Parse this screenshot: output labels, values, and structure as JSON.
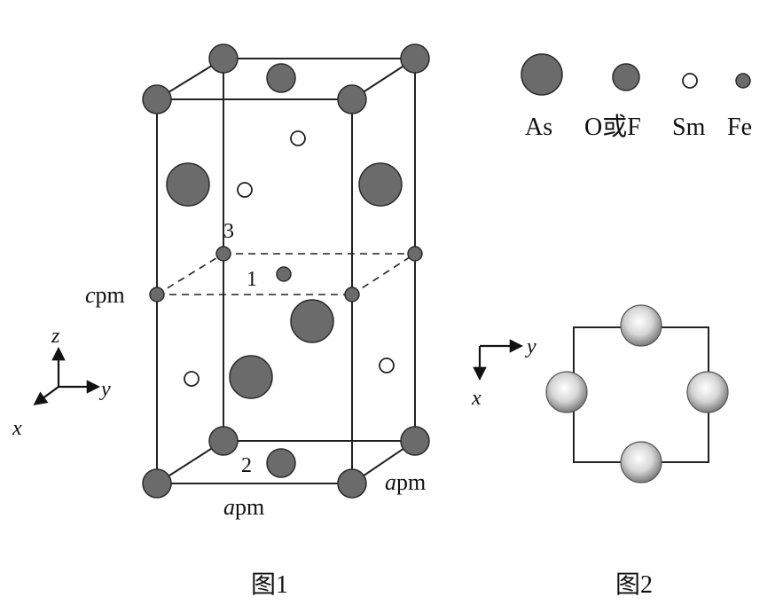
{
  "legend": {
    "as": "As",
    "of": "O或F",
    "sm": "Sm",
    "fe": "Fe"
  },
  "figure1": {
    "caption": "图1",
    "c_var": "c",
    "a_var": "a",
    "unit": "pm",
    "atom_label_1": "1",
    "atom_label_2": "2",
    "atom_label_3": "3",
    "axis_x": "x",
    "axis_y": "y",
    "axis_z": "z"
  },
  "figure2": {
    "caption": "图2",
    "axis_x": "x",
    "axis_y": "y"
  },
  "colors": {
    "atom_fill": "#6b6b6b",
    "atom_stroke": "#2a2a2a",
    "line": "#222222"
  }
}
